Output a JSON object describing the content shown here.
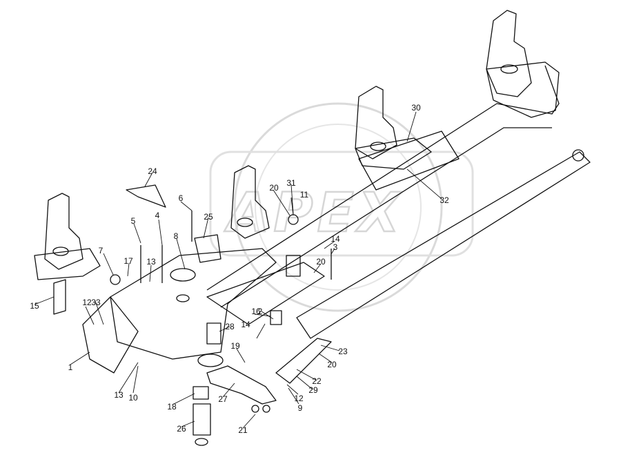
{
  "watermark": {
    "brand": "APEX"
  },
  "callouts": [
    {
      "n": "1"
    },
    {
      "n": "2"
    },
    {
      "n": "3"
    },
    {
      "n": "4"
    },
    {
      "n": "5"
    },
    {
      "n": "6"
    },
    {
      "n": "7"
    },
    {
      "n": "8"
    },
    {
      "n": "9"
    },
    {
      "n": "10"
    },
    {
      "n": "11"
    },
    {
      "n": "12"
    },
    {
      "n": "12"
    },
    {
      "n": "13"
    },
    {
      "n": "13"
    },
    {
      "n": "14"
    },
    {
      "n": "14"
    },
    {
      "n": "15"
    },
    {
      "n": "16"
    },
    {
      "n": "17"
    },
    {
      "n": "18"
    },
    {
      "n": "19"
    },
    {
      "n": "20"
    },
    {
      "n": "20"
    },
    {
      "n": "20"
    },
    {
      "n": "21"
    },
    {
      "n": "22"
    },
    {
      "n": "23"
    },
    {
      "n": "24"
    },
    {
      "n": "25"
    },
    {
      "n": "26"
    },
    {
      "n": "27"
    },
    {
      "n": "28"
    },
    {
      "n": "29"
    },
    {
      "n": "30"
    },
    {
      "n": "31"
    },
    {
      "n": "32"
    },
    {
      "n": "33"
    }
  ]
}
